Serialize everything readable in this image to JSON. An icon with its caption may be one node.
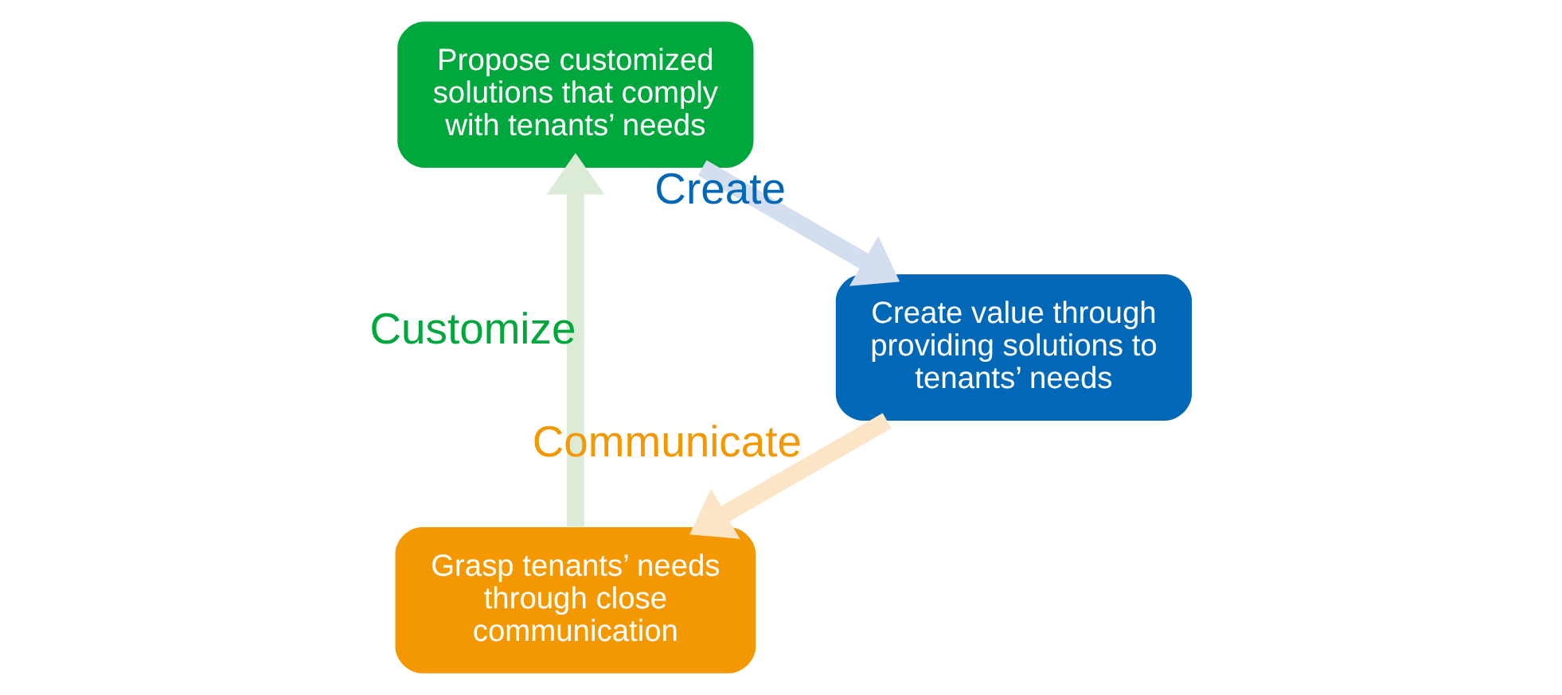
{
  "diagram": {
    "nodes": [
      {
        "text": [
          "Grasp tenants’ needs through close communication"
        ]
      },
      {
        "text": [
          "Propose customized solutions that comply with tenants’ needs"
        ]
      },
      {
        "text": [
          "Create value through providing solutions to tenants’ needs"
        ]
      }
    ],
    "edges": [
      {
        "from": 2,
        "to": 0,
        "arrow": "to",
        "label": "Communicate",
        "color": "#fce5c6"
      },
      {
        "from": 0,
        "to": 1,
        "arrow": "to",
        "label": "Customize",
        "color": "#dcebd6"
      },
      {
        "from": 1,
        "to": 2,
        "arrow": "to",
        "label": "Create",
        "color": "#d3deef"
      }
    ]
  }
}
